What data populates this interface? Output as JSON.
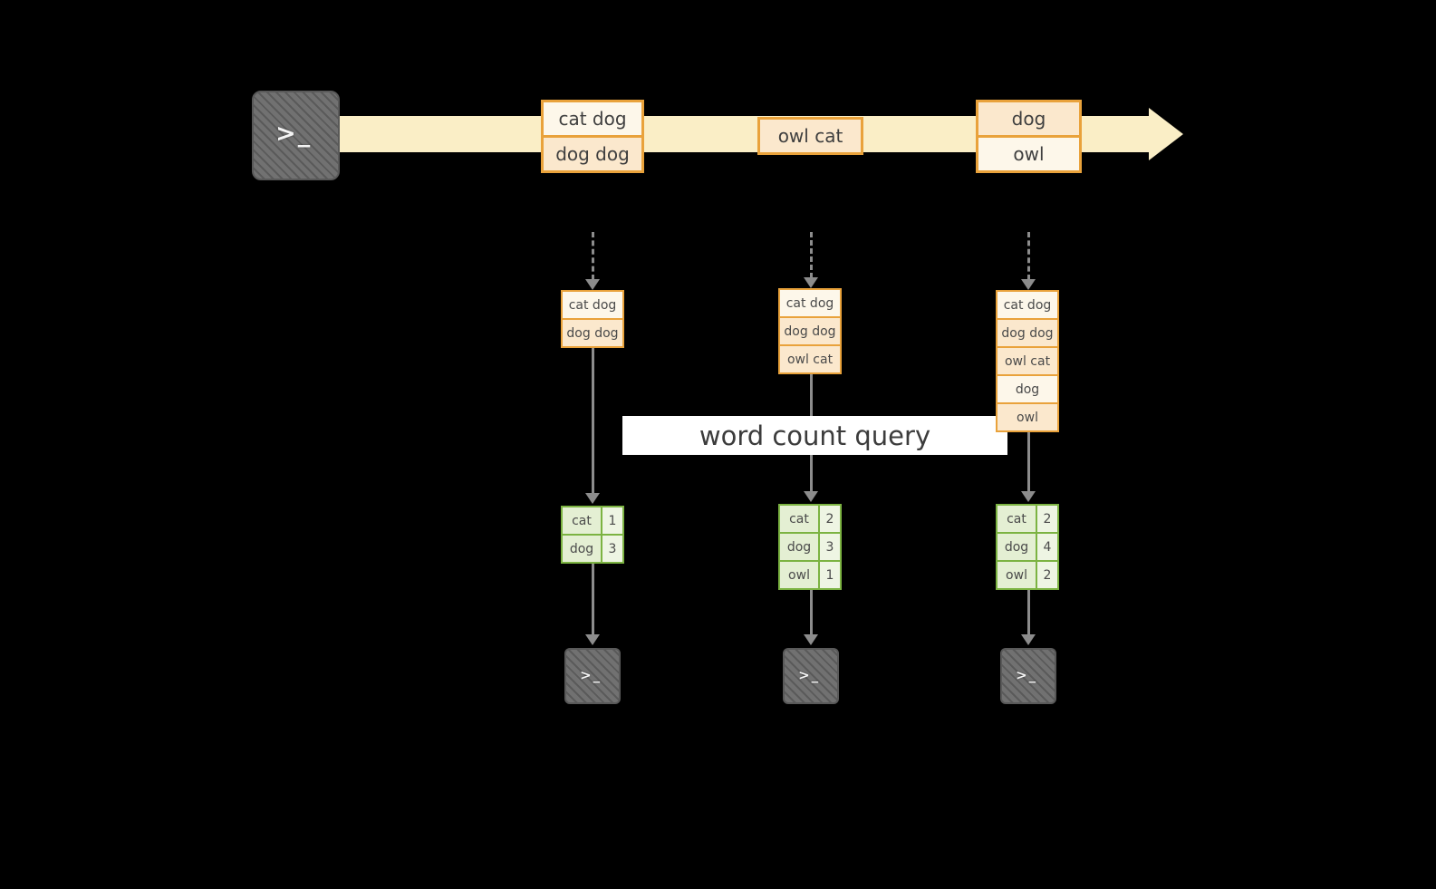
{
  "banner": {
    "label": "word count query"
  },
  "prompt_glyph": ">_",
  "timeline_batches": [
    {
      "cells": [
        "cat dog",
        "dog dog"
      ]
    },
    {
      "cells": [
        "owl cat"
      ]
    },
    {
      "cells": [
        "dog",
        "owl"
      ]
    }
  ],
  "columns": [
    {
      "inputs": [
        "cat dog",
        "dog dog"
      ],
      "results": [
        {
          "word": "cat",
          "count": "1"
        },
        {
          "word": "dog",
          "count": "3"
        }
      ]
    },
    {
      "inputs": [
        "cat dog",
        "dog dog",
        "owl cat"
      ],
      "results": [
        {
          "word": "cat",
          "count": "2"
        },
        {
          "word": "dog",
          "count": "3"
        },
        {
          "word": "owl",
          "count": "1"
        }
      ]
    },
    {
      "inputs": [
        "cat dog",
        "dog dog",
        "owl cat",
        "dog",
        "owl"
      ],
      "results": [
        {
          "word": "cat",
          "count": "2"
        },
        {
          "word": "dog",
          "count": "4"
        },
        {
          "word": "owl",
          "count": "2"
        }
      ]
    }
  ],
  "colors": {
    "background": "#000000",
    "stream_fill": "#faeec6",
    "box_border": "#e9a23b",
    "box_fill_light": "#fdf7ea",
    "box_fill_peach": "#fbe8cd",
    "table_border": "#7cb342",
    "table_fill": "#e9f2dc",
    "arrow_gray": "#8c8c8c",
    "terminal_gray": "#717171"
  }
}
